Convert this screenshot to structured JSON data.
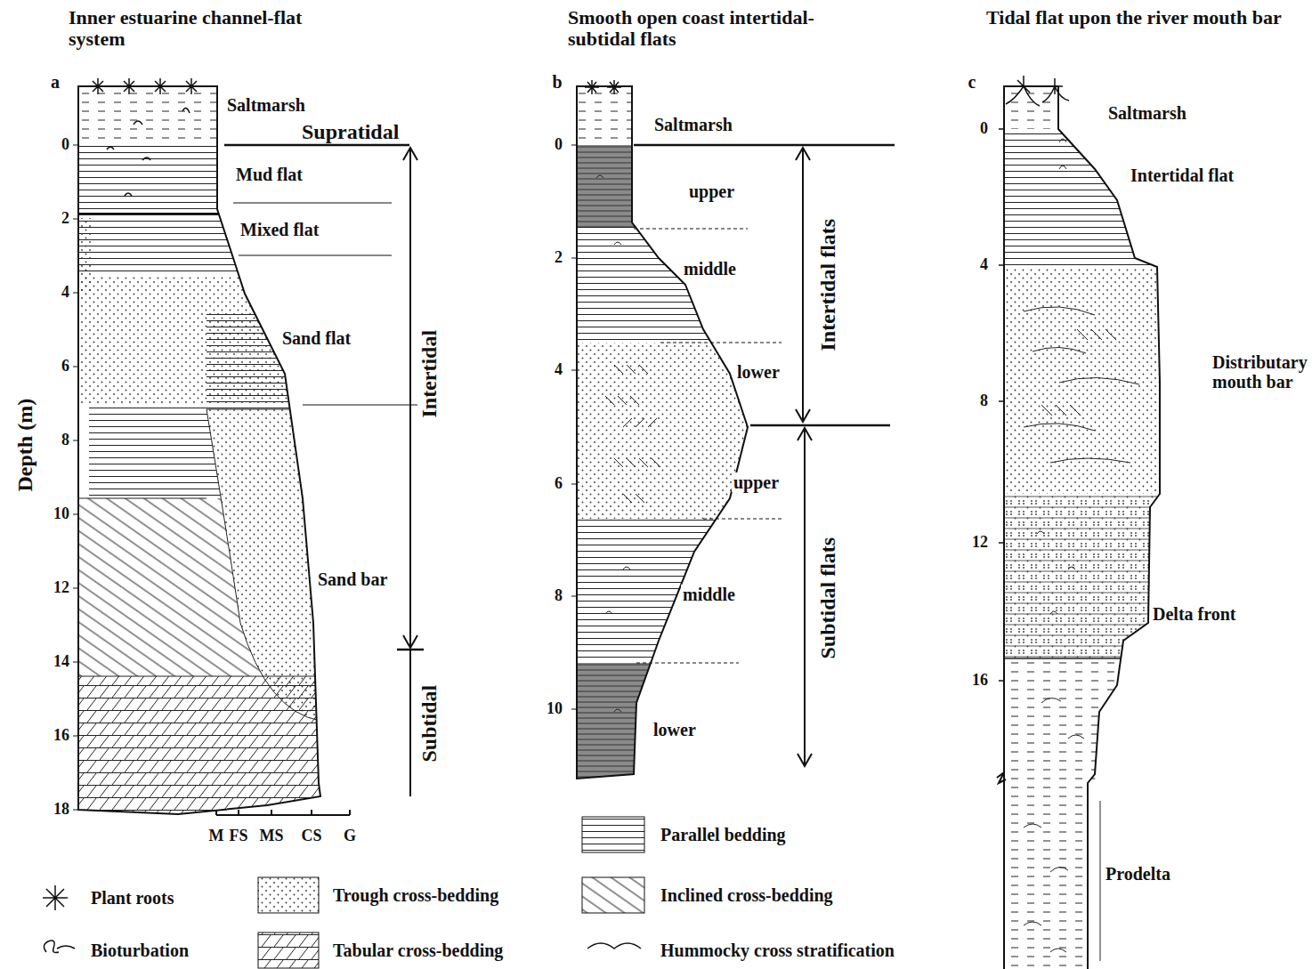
{
  "diagram": {
    "labels": [
      "Inner estuarine channel-flat system",
      "a",
      "Saltmarsh",
      "Supratidal",
      "Mud flat",
      "Mixed flat",
      "Sand flat",
      "Intertidal",
      "Sand bar",
      "Subtidal",
      "0",
      "2",
      "4",
      "6",
      "8",
      "10",
      "12",
      "14",
      "16",
      "18",
      "Depth (m)",
      "M",
      "FS",
      "MS",
      "CS",
      "G",
      "Smooth open coast intertidal-subtidal flats",
      "b",
      "Saltmarsh",
      "upper",
      "middle",
      "lower",
      "Intertidal flats",
      "upper",
      "middle",
      "lower",
      "Subtidal flats",
      "0",
      "2",
      "4",
      "6",
      "8",
      "10",
      "Tidal flat upon the river mouth bar",
      "c",
      "Saltmarsh",
      "Intertidal flat",
      "Distributary mouth bar",
      "Delta front",
      "Prodelta",
      "0",
      "4",
      "8",
      "12",
      "16"
    ],
    "legend": [
      {
        "text": "Plant roots"
      },
      {
        "text": "Bioturbation"
      },
      {
        "text": "Trough cross-bedding"
      },
      {
        "text": "Tabular cross-bedding"
      },
      {
        "text": "Parallel bedding"
      },
      {
        "text": "Inclined cross-bedding"
      },
      {
        "text": "Hummocky cross stratification"
      }
    ]
  }
}
